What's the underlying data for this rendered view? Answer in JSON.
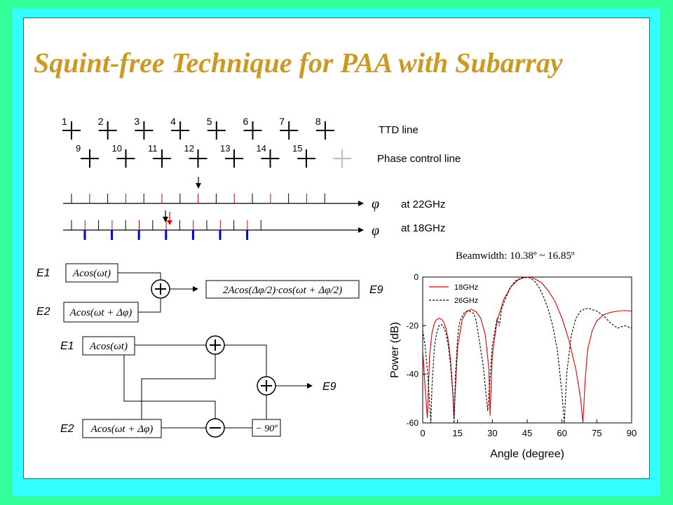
{
  "title": "Squint-free Technique for PAA with Subarray",
  "colors": {
    "title": "#cc9922",
    "outer_frame": "#33ff99",
    "inner_frame": "#33ffff",
    "red_series": "#dd0000",
    "blue_ticks": "#0000cc"
  },
  "array": {
    "ttd_numbers": [
      "1",
      "2",
      "3",
      "4",
      "5",
      "6",
      "7",
      "8"
    ],
    "phase_numbers": [
      "9",
      "10",
      "11",
      "12",
      "13",
      "14",
      "15"
    ],
    "ttd_label": "TTD line",
    "phase_label": "Phase control line"
  },
  "phase_axes": {
    "phi_symbol": "φ",
    "label_22": "at 22GHz",
    "label_18": "at 18GHz"
  },
  "beamwidth": "Beamwidth: 10.38º ~ 16.85º",
  "combiner1": {
    "e1": "E1",
    "e2": "E2",
    "in1": "Acos(ωt)",
    "in2": "Acos(ωt + Δφ)",
    "out": "2Acos(Δφ/2)·cos(ωt + Δφ/2)",
    "e9": "E9"
  },
  "combiner2": {
    "e1": "E1",
    "e2": "E2",
    "in1": "Acos(ωt)",
    "in2": "Acos(ωt + Δφ)",
    "shift": "− 90º",
    "e9": "E9"
  },
  "chart_data": {
    "type": "line",
    "xlabel": "Angle (degree)",
    "ylabel": "Power (dB)",
    "xlim": [
      0,
      90
    ],
    "ylim": [
      -60,
      0
    ],
    "xticks": [
      "0",
      "15",
      "30",
      "45",
      "60",
      "75",
      "90"
    ],
    "yticks": [
      "0",
      "-20",
      "-40",
      "-60"
    ],
    "grid": false,
    "legend_position": "top-left",
    "series": [
      {
        "name": "18GHz",
        "color": "#dd0000",
        "style": "solid",
        "x": [
          0,
          1,
          2,
          3,
          4,
          5,
          6,
          7,
          8,
          9,
          10,
          11,
          12,
          13,
          13.5,
          14,
          15,
          17,
          19,
          21,
          23,
          25,
          27,
          28.5,
          29,
          30,
          32,
          35,
          38,
          41,
          44,
          46,
          48,
          51,
          54,
          57,
          60,
          63,
          66,
          68,
          69,
          70,
          71,
          73,
          75,
          78,
          81,
          84,
          87,
          90
        ],
        "y": [
          -30,
          -45,
          -58,
          -32,
          -23,
          -19,
          -17.5,
          -17,
          -17.3,
          -18.5,
          -21,
          -26,
          -34,
          -48,
          -58,
          -47,
          -29,
          -17.5,
          -14,
          -13.3,
          -14.3,
          -17,
          -24,
          -38,
          -57,
          -32,
          -18,
          -9,
          -4,
          -1.2,
          -0.1,
          0,
          -0.6,
          -2.2,
          -5.5,
          -10,
          -17,
          -26,
          -38,
          -50,
          -60,
          -42,
          -30,
          -22,
          -18,
          -15.5,
          -14.5,
          -14,
          -13.8,
          -14
        ]
      },
      {
        "name": "26GHz",
        "color": "#000000",
        "style": "dashed",
        "x": [
          0,
          1,
          2,
          3,
          3.5,
          4,
          5,
          6,
          7,
          8,
          9,
          10,
          11,
          12,
          13,
          13.5,
          14,
          15,
          16,
          18,
          20,
          22,
          23,
          24,
          26,
          28,
          30,
          32,
          33,
          34,
          36,
          38,
          40,
          43,
          46,
          48,
          50,
          52,
          54,
          56,
          58,
          60,
          61,
          62,
          64,
          66,
          68,
          70,
          72,
          75,
          78,
          81,
          84,
          87,
          90
        ],
        "y": [
          -22,
          -28,
          -38,
          -52,
          -60,
          -45,
          -29,
          -23,
          -20,
          -19.5,
          -20.5,
          -23,
          -28,
          -36,
          -48,
          -60,
          -42,
          -25,
          -18,
          -14.5,
          -14,
          -15,
          -18,
          -24,
          -36,
          -55,
          -28,
          -17,
          -20,
          -13,
          -8,
          -4,
          -1.5,
          -0.2,
          -0.3,
          -1.5,
          -4,
          -8,
          -13,
          -20,
          -30,
          -48,
          -60,
          -40,
          -24,
          -17,
          -14,
          -13,
          -13,
          -14,
          -16,
          -19,
          -21,
          -20,
          -21
        ]
      }
    ]
  }
}
